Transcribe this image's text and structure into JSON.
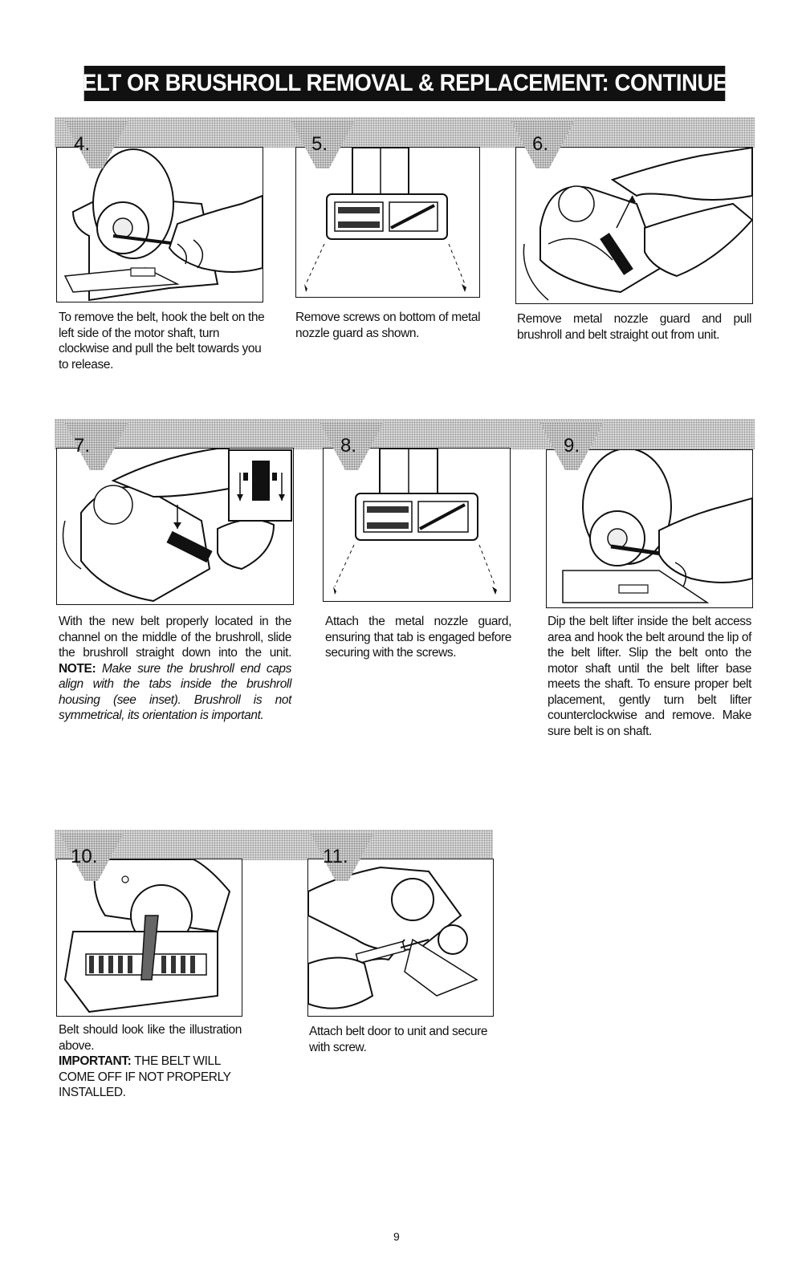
{
  "header": {
    "title": "BELT OR BRUSHROLL REMOVAL & REPLACEMENT: CONTINUED"
  },
  "steps": [
    {
      "number": "4.",
      "caption": "To remove the belt, hook the belt on the left side of the motor shaft, turn clockwise and pull the belt towards you to release.",
      "illustration_icon": "belt-hook-illustration-icon"
    },
    {
      "number": "5.",
      "caption": "Remove screws on bottom of metal nozzle guard as shown.",
      "illustration_icon": "nozzle-guard-screws-illustration-icon"
    },
    {
      "number": "6.",
      "caption": "Remove metal nozzle guard and pull brushroll and belt straight out from unit.",
      "illustration_icon": "brushroll-removal-illustration-icon"
    },
    {
      "number": "7.",
      "caption_plain": "With the new belt properly located in the channel on the middle of the brushroll, slide the brushroll straight down into the unit.",
      "note_label": "NOTE:",
      "note_text": "Make sure the brushroll end caps align with the tabs inside the brushroll housing (see inset). Brushroll is not symmetrical, its orientation is important.",
      "illustration_icon": "brushroll-install-illustration-icon"
    },
    {
      "number": "8.",
      "caption": "Attach the metal nozzle guard, ensuring that tab is engaged before securing with the screws.",
      "illustration_icon": "nozzle-guard-attach-illustration-icon"
    },
    {
      "number": "9.",
      "caption": "Dip the belt lifter inside the belt access area and hook the belt around the lip of the belt lifter. Slip the belt onto the motor shaft until the belt lifter base meets the shaft. To ensure proper belt placement, gently turn belt lifter counterclockwise and remove. Make sure belt is on shaft.",
      "illustration_icon": "belt-lifter-illustration-icon"
    },
    {
      "number": "10.",
      "caption": "Belt should look like the illustration above.",
      "important_label": "IMPORTANT:",
      "important_text": "THE BELT WILL COME OFF IF NOT PROPERLY INSTALLED.",
      "illustration_icon": "belt-installed-illustration-icon"
    },
    {
      "number": "11.",
      "caption": "Attach belt door to unit and secure with screw.",
      "illustration_icon": "belt-door-screw-illustration-icon"
    }
  ],
  "footer": {
    "page_number": "9"
  }
}
